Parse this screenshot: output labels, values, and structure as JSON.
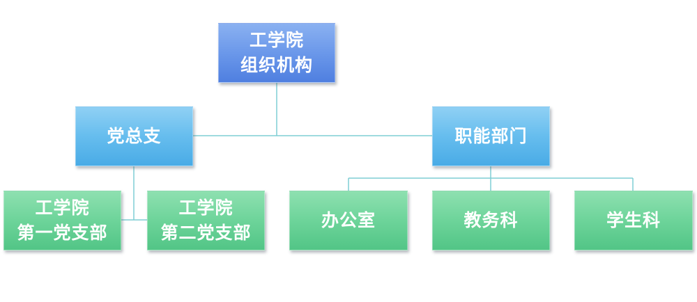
{
  "org_chart": {
    "root": {
      "lines": [
        "工学院",
        "组织机构"
      ]
    },
    "branches": [
      {
        "id": "party",
        "lines": [
          "党总支"
        ],
        "children": [
          {
            "id": "branch1",
            "lines": [
              "工学院",
              "第一党支部"
            ]
          },
          {
            "id": "branch2",
            "lines": [
              "工学院",
              "第二党支部"
            ]
          }
        ]
      },
      {
        "id": "functional",
        "lines": [
          "职能部门"
        ],
        "children": [
          {
            "id": "office",
            "lines": [
              "办公室"
            ]
          },
          {
            "id": "academic",
            "lines": [
              "教务科"
            ]
          },
          {
            "id": "student",
            "lines": [
              "学生科"
            ]
          }
        ]
      }
    ]
  },
  "colors": {
    "root": "#6b98ea",
    "level1": "#66bdee",
    "level2": "#6dd49a",
    "connector": "#7ecdd4"
  }
}
